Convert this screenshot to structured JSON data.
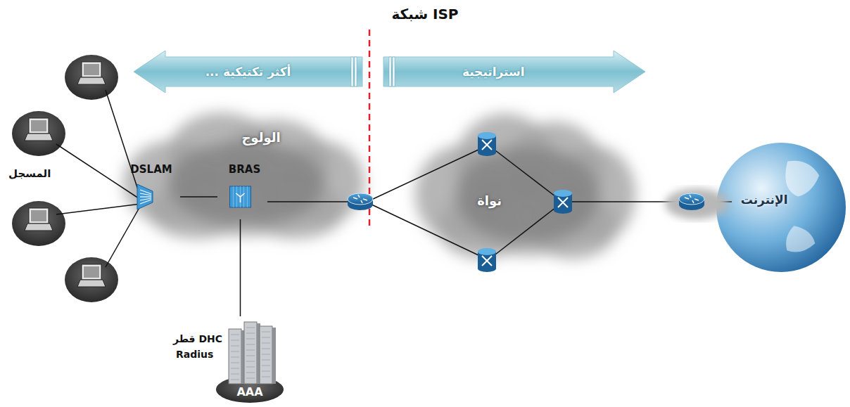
{
  "diagram": {
    "title": "شبكة ISP",
    "nodes": [
      {
        "text": [
          "أكثر تكتيكية ..."
        ]
      },
      {
        "text": [
          "استراتيجية"
        ]
      },
      {
        "text": [
          "الولوج"
        ]
      },
      {
        "text": [
          "DSLAM"
        ],
        "in": 2
      },
      {
        "text": [
          "BRAS"
        ],
        "in": 2
      },
      {
        "text": [
          "AAA"
        ]
      },
      {
        "text": [
          "نواة"
        ]
      },
      {
        "text": [
          "الإنترنت"
        ]
      }
    ],
    "edges": [
      {
        "from": 3,
        "to": 4,
        "arrow": "none"
      },
      {
        "from": 4,
        "to": 5,
        "arrow": "none"
      }
    ],
    "labels": [
      "المسجل",
      "قطر DHC",
      "Radius"
    ]
  }
}
